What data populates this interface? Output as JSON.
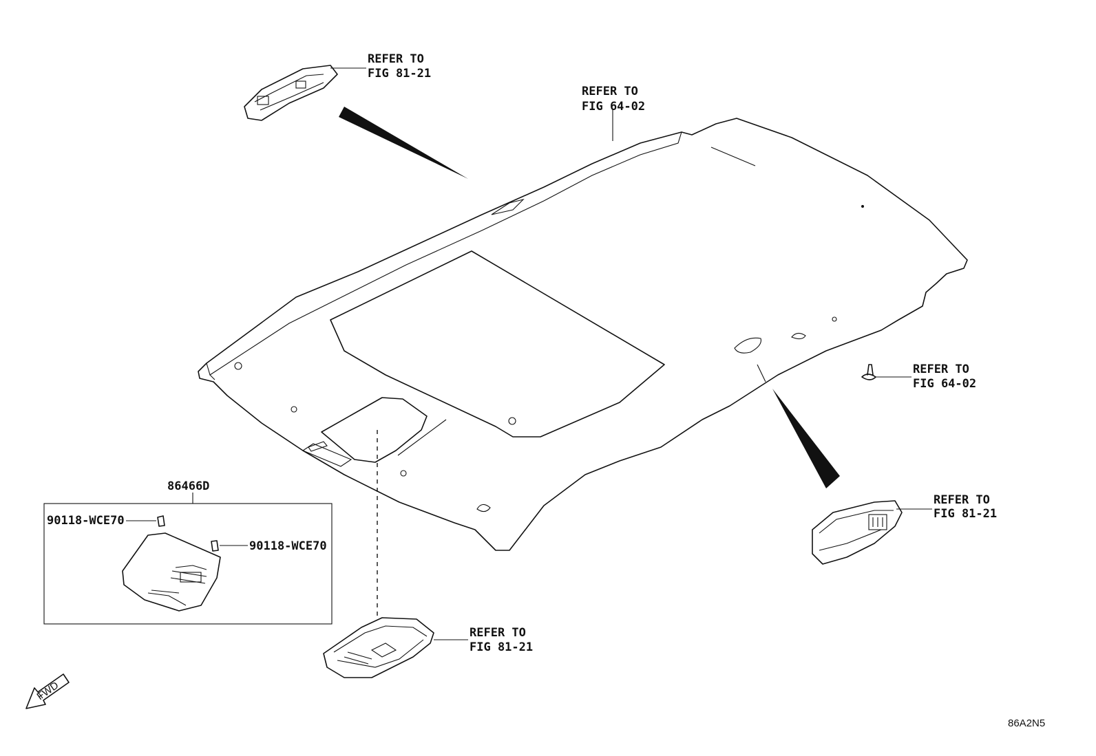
{
  "diagram_id": "86A2N5",
  "fwd_label": "FWD",
  "callouts": [
    {
      "line1": "REFER TO",
      "line2": "FIG 81-21"
    },
    {
      "line1": "REFER TO",
      "line2": "FIG 64-02"
    },
    {
      "line1": "REFER TO",
      "line2": "FIG 64-02"
    },
    {
      "line1": "REFER TO",
      "line2": "FIG 81-21"
    },
    {
      "line1": "REFER TO",
      "line2": "FIG 81-21"
    }
  ],
  "kit": {
    "part_number": "86466D",
    "fasteners": [
      "90118-WCE70",
      "90118-WCE70"
    ]
  }
}
